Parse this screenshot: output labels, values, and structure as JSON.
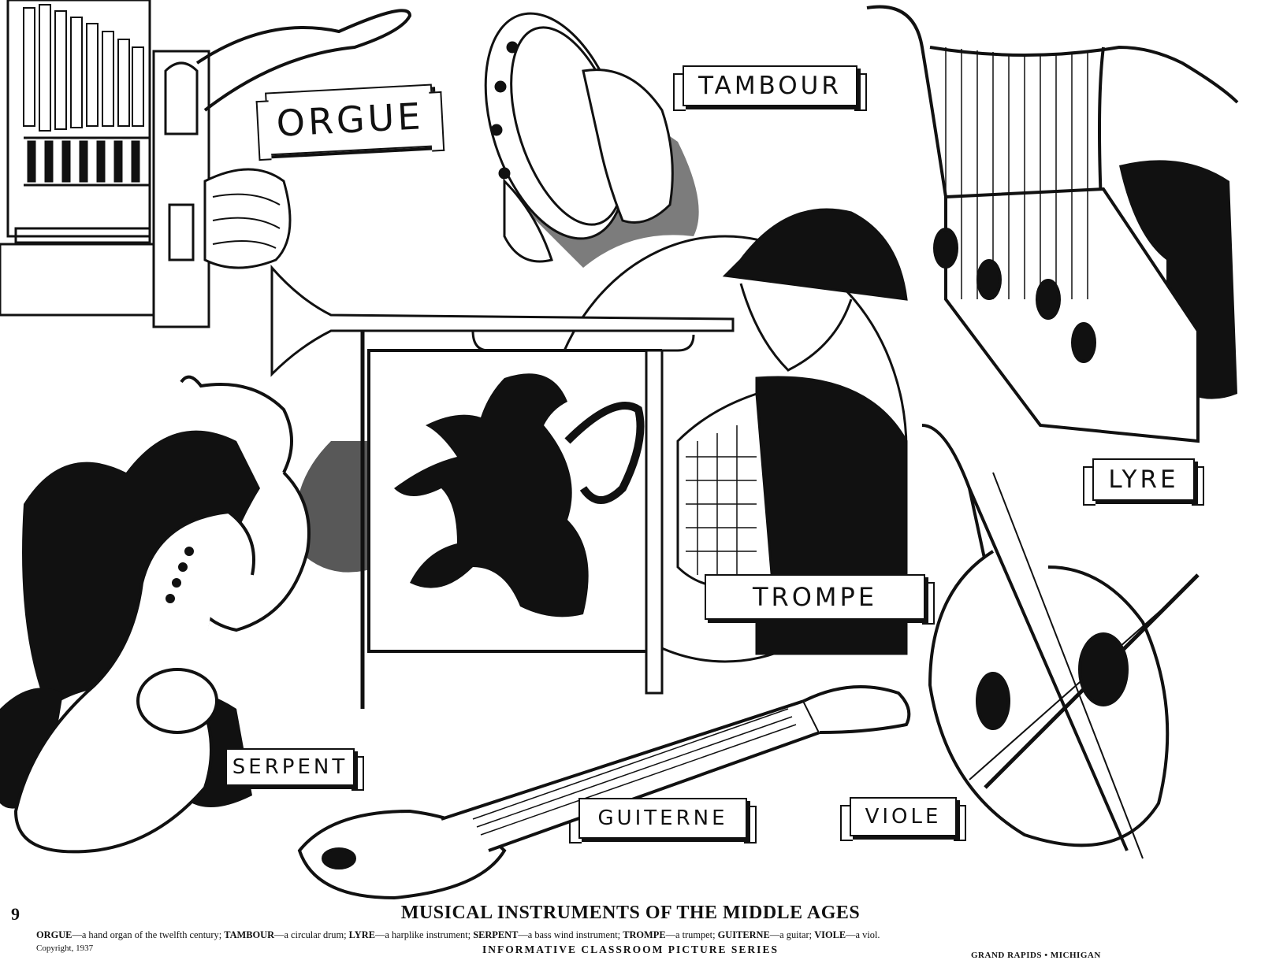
{
  "labels": {
    "orgue": "ORGUE",
    "tambour": "TAMBOUR",
    "lyre": "LYRE",
    "trompe": "TROMPE",
    "serpent": "SERPENT",
    "guiterne": "GUITERNE",
    "viole": "VIOLE"
  },
  "footer": {
    "plate_number": "9",
    "title": "MUSICAL INSTRUMENTS OF THE MIDDLE AGES",
    "caption": [
      {
        "term": "ORGUE",
        "definition": "—a hand organ of the twelfth century; "
      },
      {
        "term": "TAMBOUR",
        "definition": "—a circular drum; "
      },
      {
        "term": "LYRE",
        "definition": "—a harplike instrument; "
      },
      {
        "term": "SERPENT",
        "definition": "—a bass wind instrument; "
      },
      {
        "term": "TROMPE",
        "definition": "—a trumpet; "
      },
      {
        "term": "GUITERNE",
        "definition": "—a guitar; "
      },
      {
        "term": "VIOLE",
        "definition": "—a viol."
      }
    ],
    "copyright": "Copyright, 1937",
    "series": "INFORMATIVE CLASSROOM PICTURE SERIES",
    "location": "GRAND RAPIDS • MICHIGAN"
  },
  "colors": {
    "ink": "#111111",
    "paper": "#ffffff"
  }
}
